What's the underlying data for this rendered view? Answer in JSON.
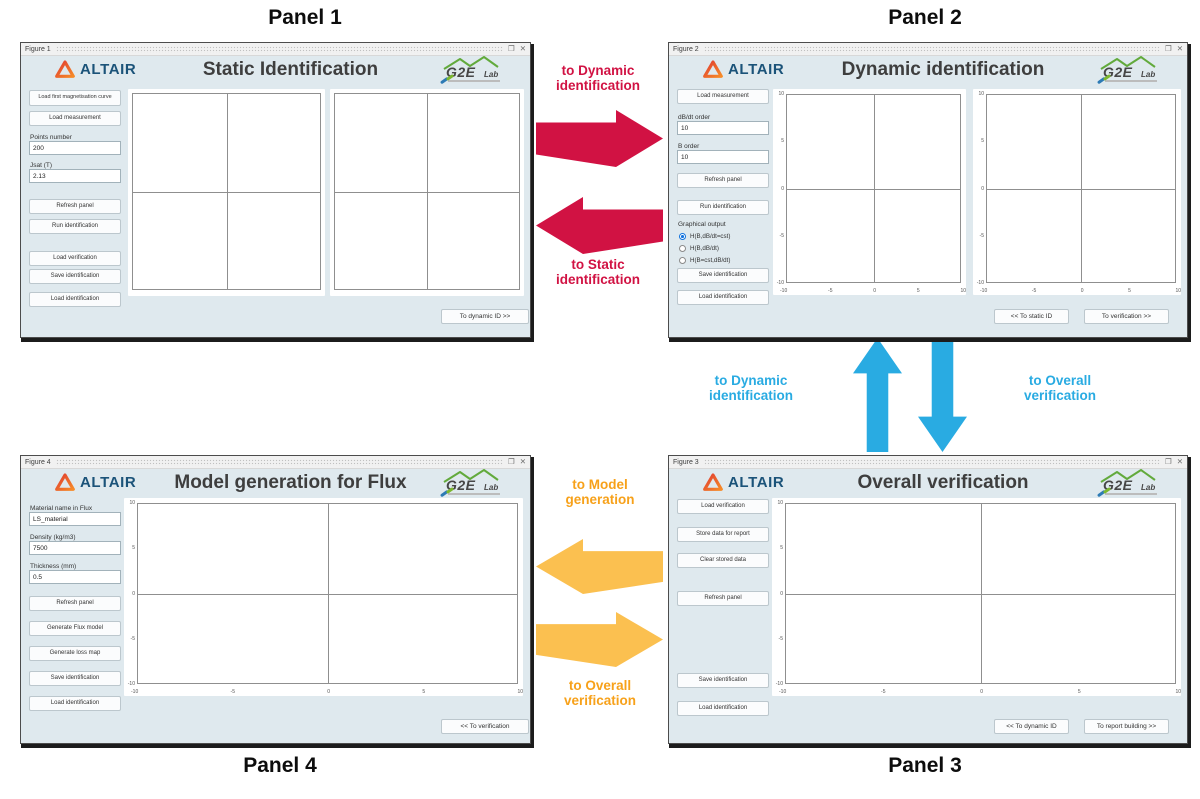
{
  "captions": {
    "panel1": "Panel 1",
    "panel2": "Panel 2",
    "panel3": "Panel 3",
    "panel4": "Panel 4"
  },
  "colors": {
    "red": "#d11243",
    "blue": "#29abe2",
    "yellow_arrow": "#fbc050",
    "yellow_text": "#f7a11a"
  },
  "arrows": {
    "red_to_dynamic": "to Dynamic\nidentification",
    "red_to_static": "to Static\nidentification",
    "blue_to_dynamic": "to Dynamic\nidentification",
    "blue_to_overall": "to Overall\nverification",
    "yellow_to_model": "to Model\ngeneration",
    "yellow_to_overall": "to Overall\nverification"
  },
  "branding": {
    "altair": "ALTAIR",
    "g2e": "G2E",
    "g2e_lab": "Lab"
  },
  "window_controls": {
    "undock": "❐",
    "close": "✕"
  },
  "plot_axis": {
    "y": [
      "10",
      "5",
      "0",
      "-5",
      "-10"
    ],
    "x": [
      "-10",
      "-5",
      "0",
      "5",
      "10"
    ]
  },
  "panel1": {
    "figure": "Figure 1",
    "title": "Static Identification",
    "btn_load_curve": "Load first magnetisation curve",
    "btn_load_measurement": "Load measurement",
    "lbl_points": "Points number",
    "val_points": "200",
    "lbl_jsat": "Jsat (T)",
    "val_jsat": "2.13",
    "btn_refresh": "Refresh panel",
    "btn_run": "Run identification",
    "btn_load_verification": "Load verification",
    "btn_save_id": "Save identification",
    "btn_load_id": "Load identification",
    "nav_next": "To dynamic ID >>"
  },
  "panel2": {
    "figure": "Figure 2",
    "title": "Dynamic identification",
    "btn_load_measurement": "Load measurement",
    "lbl_dbdt": "dB/dt order",
    "val_dbdt": "10",
    "lbl_border": "B order",
    "val_border": "10",
    "btn_refresh": "Refresh panel",
    "btn_run": "Run identification",
    "lbl_graphical": "Graphical output",
    "radio1": "H(B,dB/dt=cst)",
    "radio2": "H(B,dB/dt)",
    "radio3": "H(B=cst,dB/dt)",
    "btn_save_id": "Save identification",
    "btn_load_id": "Load identification",
    "nav_prev": "<< To static ID",
    "nav_next": "To verification >>"
  },
  "panel3": {
    "figure": "Figure 3",
    "title": "Overall verification",
    "btn_load_verification": "Load verification",
    "btn_store": "Store data for report",
    "btn_clear": "Clear stored data",
    "btn_refresh": "Refresh panel",
    "btn_save_id": "Save identification",
    "btn_load_id": "Load identification",
    "nav_prev": "<< To dynamic ID",
    "nav_next": "To report building >>"
  },
  "panel4": {
    "figure": "Figure 4",
    "title": "Model generation for Flux",
    "lbl_material": "Material name in Flux",
    "val_material": "LS_material",
    "lbl_density": "Density (kg/m3)",
    "val_density": "7500",
    "lbl_thickness": "Thickness (mm)",
    "val_thickness": "0.5",
    "btn_refresh": "Refresh panel",
    "btn_gen_flux": "Generate Flux model",
    "btn_gen_loss": "Generate loss map",
    "btn_save_id": "Save identification",
    "btn_load_id": "Load identification",
    "nav_prev": "<< To verification"
  }
}
